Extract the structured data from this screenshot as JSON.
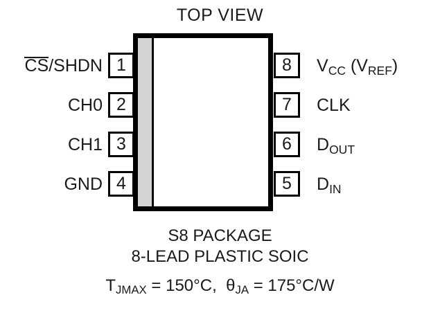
{
  "diagram": {
    "title": "TOP VIEW",
    "package_body": {
      "pin1_indicator": "gray-band",
      "outline_color": "#000000",
      "band_color": "#d4d4d4",
      "fill_color": "#ffffff"
    },
    "pins_left": [
      {
        "number": "1",
        "label_plain": "CS/SHDN",
        "overline_part": "CS",
        "rest_part": "/SHDN"
      },
      {
        "number": "2",
        "label_plain": "CH0",
        "overline_part": "",
        "rest_part": "CH0"
      },
      {
        "number": "3",
        "label_plain": "CH1",
        "overline_part": "",
        "rest_part": "CH1"
      },
      {
        "number": "4",
        "label_plain": "GND",
        "overline_part": "",
        "rest_part": "GND"
      }
    ],
    "pins_right": [
      {
        "number": "8",
        "base": "V",
        "sub": "CC",
        "suffix_base": " (V",
        "suffix_sub": "REF",
        "suffix_tail": ")"
      },
      {
        "number": "7",
        "base": "CLK",
        "sub": "",
        "suffix_base": "",
        "suffix_sub": "",
        "suffix_tail": ""
      },
      {
        "number": "6",
        "base": "D",
        "sub": "OUT",
        "suffix_base": "",
        "suffix_sub": "",
        "suffix_tail": ""
      },
      {
        "number": "5",
        "base": "D",
        "sub": "IN",
        "suffix_base": "",
        "suffix_sub": "",
        "suffix_tail": ""
      }
    ],
    "caption": {
      "package_name": "S8 PACKAGE",
      "package_desc": "8-LEAD PLASTIC SOIC",
      "thermal": {
        "tj_base": "T",
        "tj_sub": "JMAX",
        "tj_value": " = 150°C,  ",
        "theta_base": "θ",
        "theta_sub": "JA",
        "theta_value": " = 175°C/W"
      }
    }
  }
}
